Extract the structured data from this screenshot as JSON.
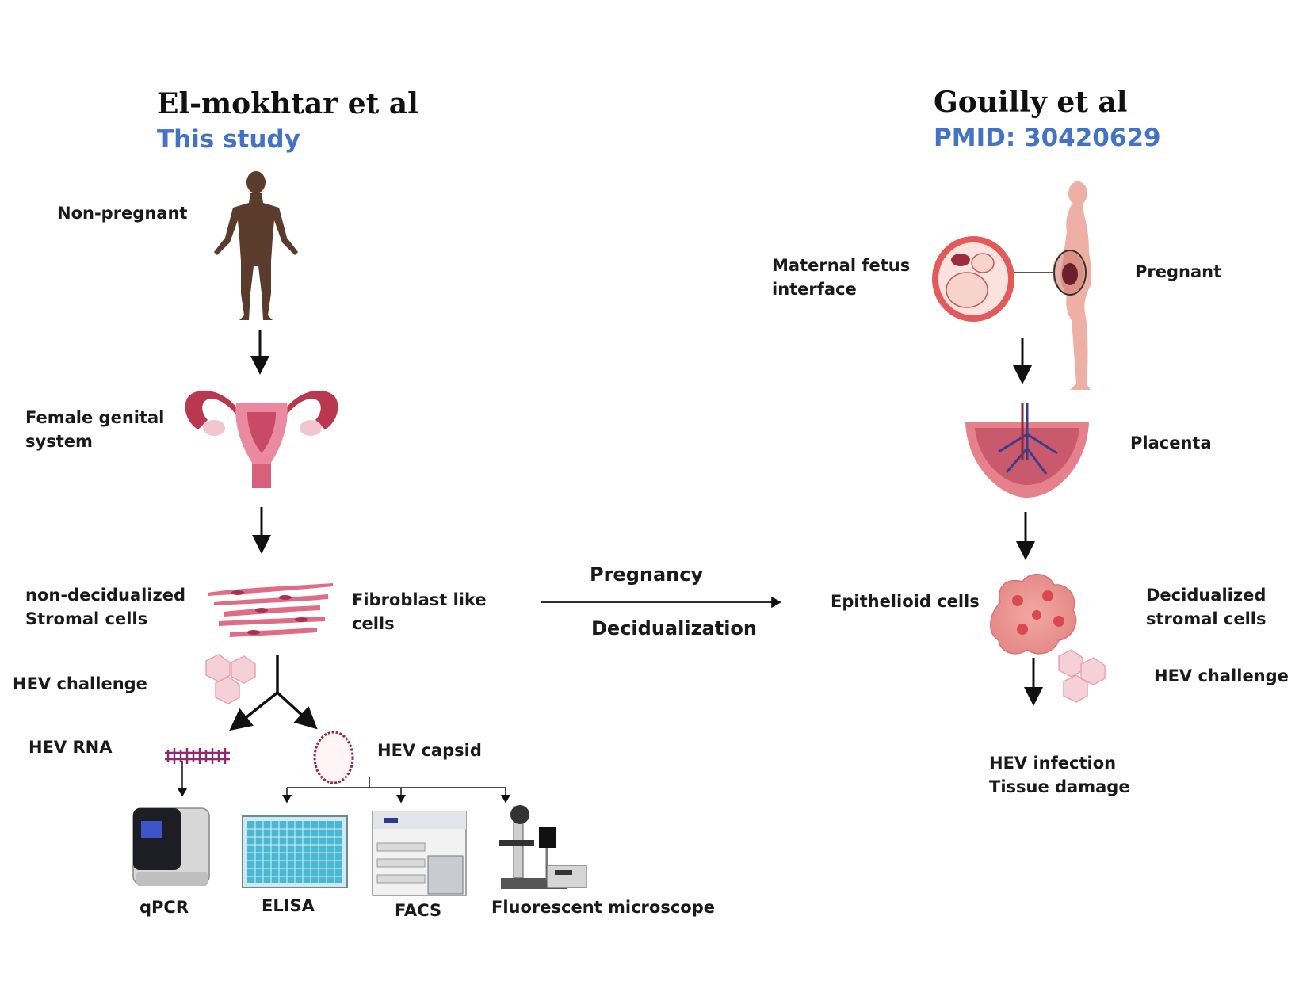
{
  "left": {
    "title": "El-mokhtar et al",
    "subtitle": "This study",
    "labels": {
      "non_pregnant": "Non-pregnant",
      "female_genital_1": "Female genital",
      "female_genital_2": "system",
      "non_decidualized_1": "non-decidualized",
      "non_decidualized_2": "Stromal cells",
      "fibroblast_1": "Fibroblast like",
      "fibroblast_2": "cells",
      "hev_challenge": "HEV challenge",
      "hev_rna": "HEV RNA",
      "hev_capsid": "HEV capsid",
      "qpcr": "qPCR",
      "elisa": "ELISA",
      "facs": "FACS",
      "microscope": "Fluorescent microscope"
    }
  },
  "middle": {
    "pregnancy": "Pregnancy",
    "decidualization": "Decidualization"
  },
  "right": {
    "title": "Gouilly et al",
    "subtitle": "PMID: 30420629",
    "labels": {
      "maternal_1": "Maternal fetus",
      "maternal_2": "interface",
      "pregnant": "Pregnant",
      "placenta": "Placenta",
      "epithelioid": "Epithelioid cells",
      "decidualized_1": "Decidualized",
      "decidualized_2": "stromal cells",
      "hev_challenge": "HEV challenge",
      "hev_infection": "HEV infection",
      "tissue_damage": "Tissue damage"
    }
  },
  "colors": {
    "subtitle_blue": "#4472c4",
    "arrow": "#111111",
    "skin_dark": "#5a3b2c",
    "skin_light": "#e9a89b",
    "tissue_pink": "#d9607a",
    "virus_pink": "#f1b8c2",
    "cell_red": "#d94a50"
  }
}
